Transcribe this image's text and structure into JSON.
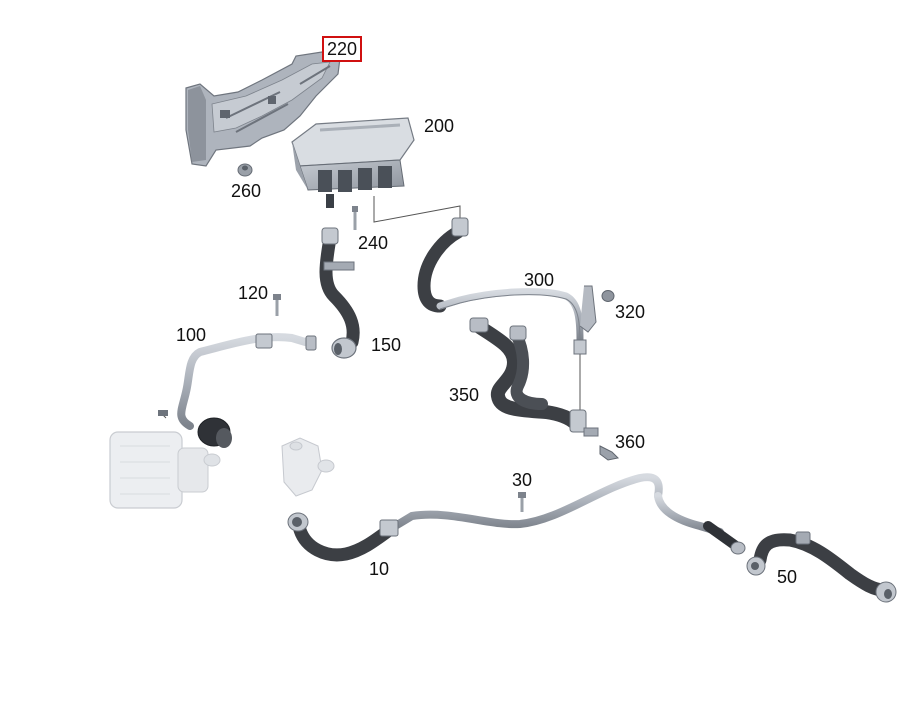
{
  "colors": {
    "highlight": "#d01010",
    "hose_dark": "#3c3f44",
    "hose_mid": "#5a5d62",
    "pipe_light": "#b9bec6",
    "pipe_edge": "#7d838c",
    "bracket": "#a9afb8",
    "ghost": "#e2e4e8"
  },
  "callouts": {
    "c220": "220",
    "c200": "200",
    "c260": "260",
    "c240": "240",
    "c300": "300",
    "c120": "120",
    "c320": "320",
    "c100": "100",
    "c150": "150",
    "c350": "350",
    "c360": "360",
    "c30": "30",
    "c10": "10",
    "c50": "50"
  },
  "highlighted_callout": "220"
}
